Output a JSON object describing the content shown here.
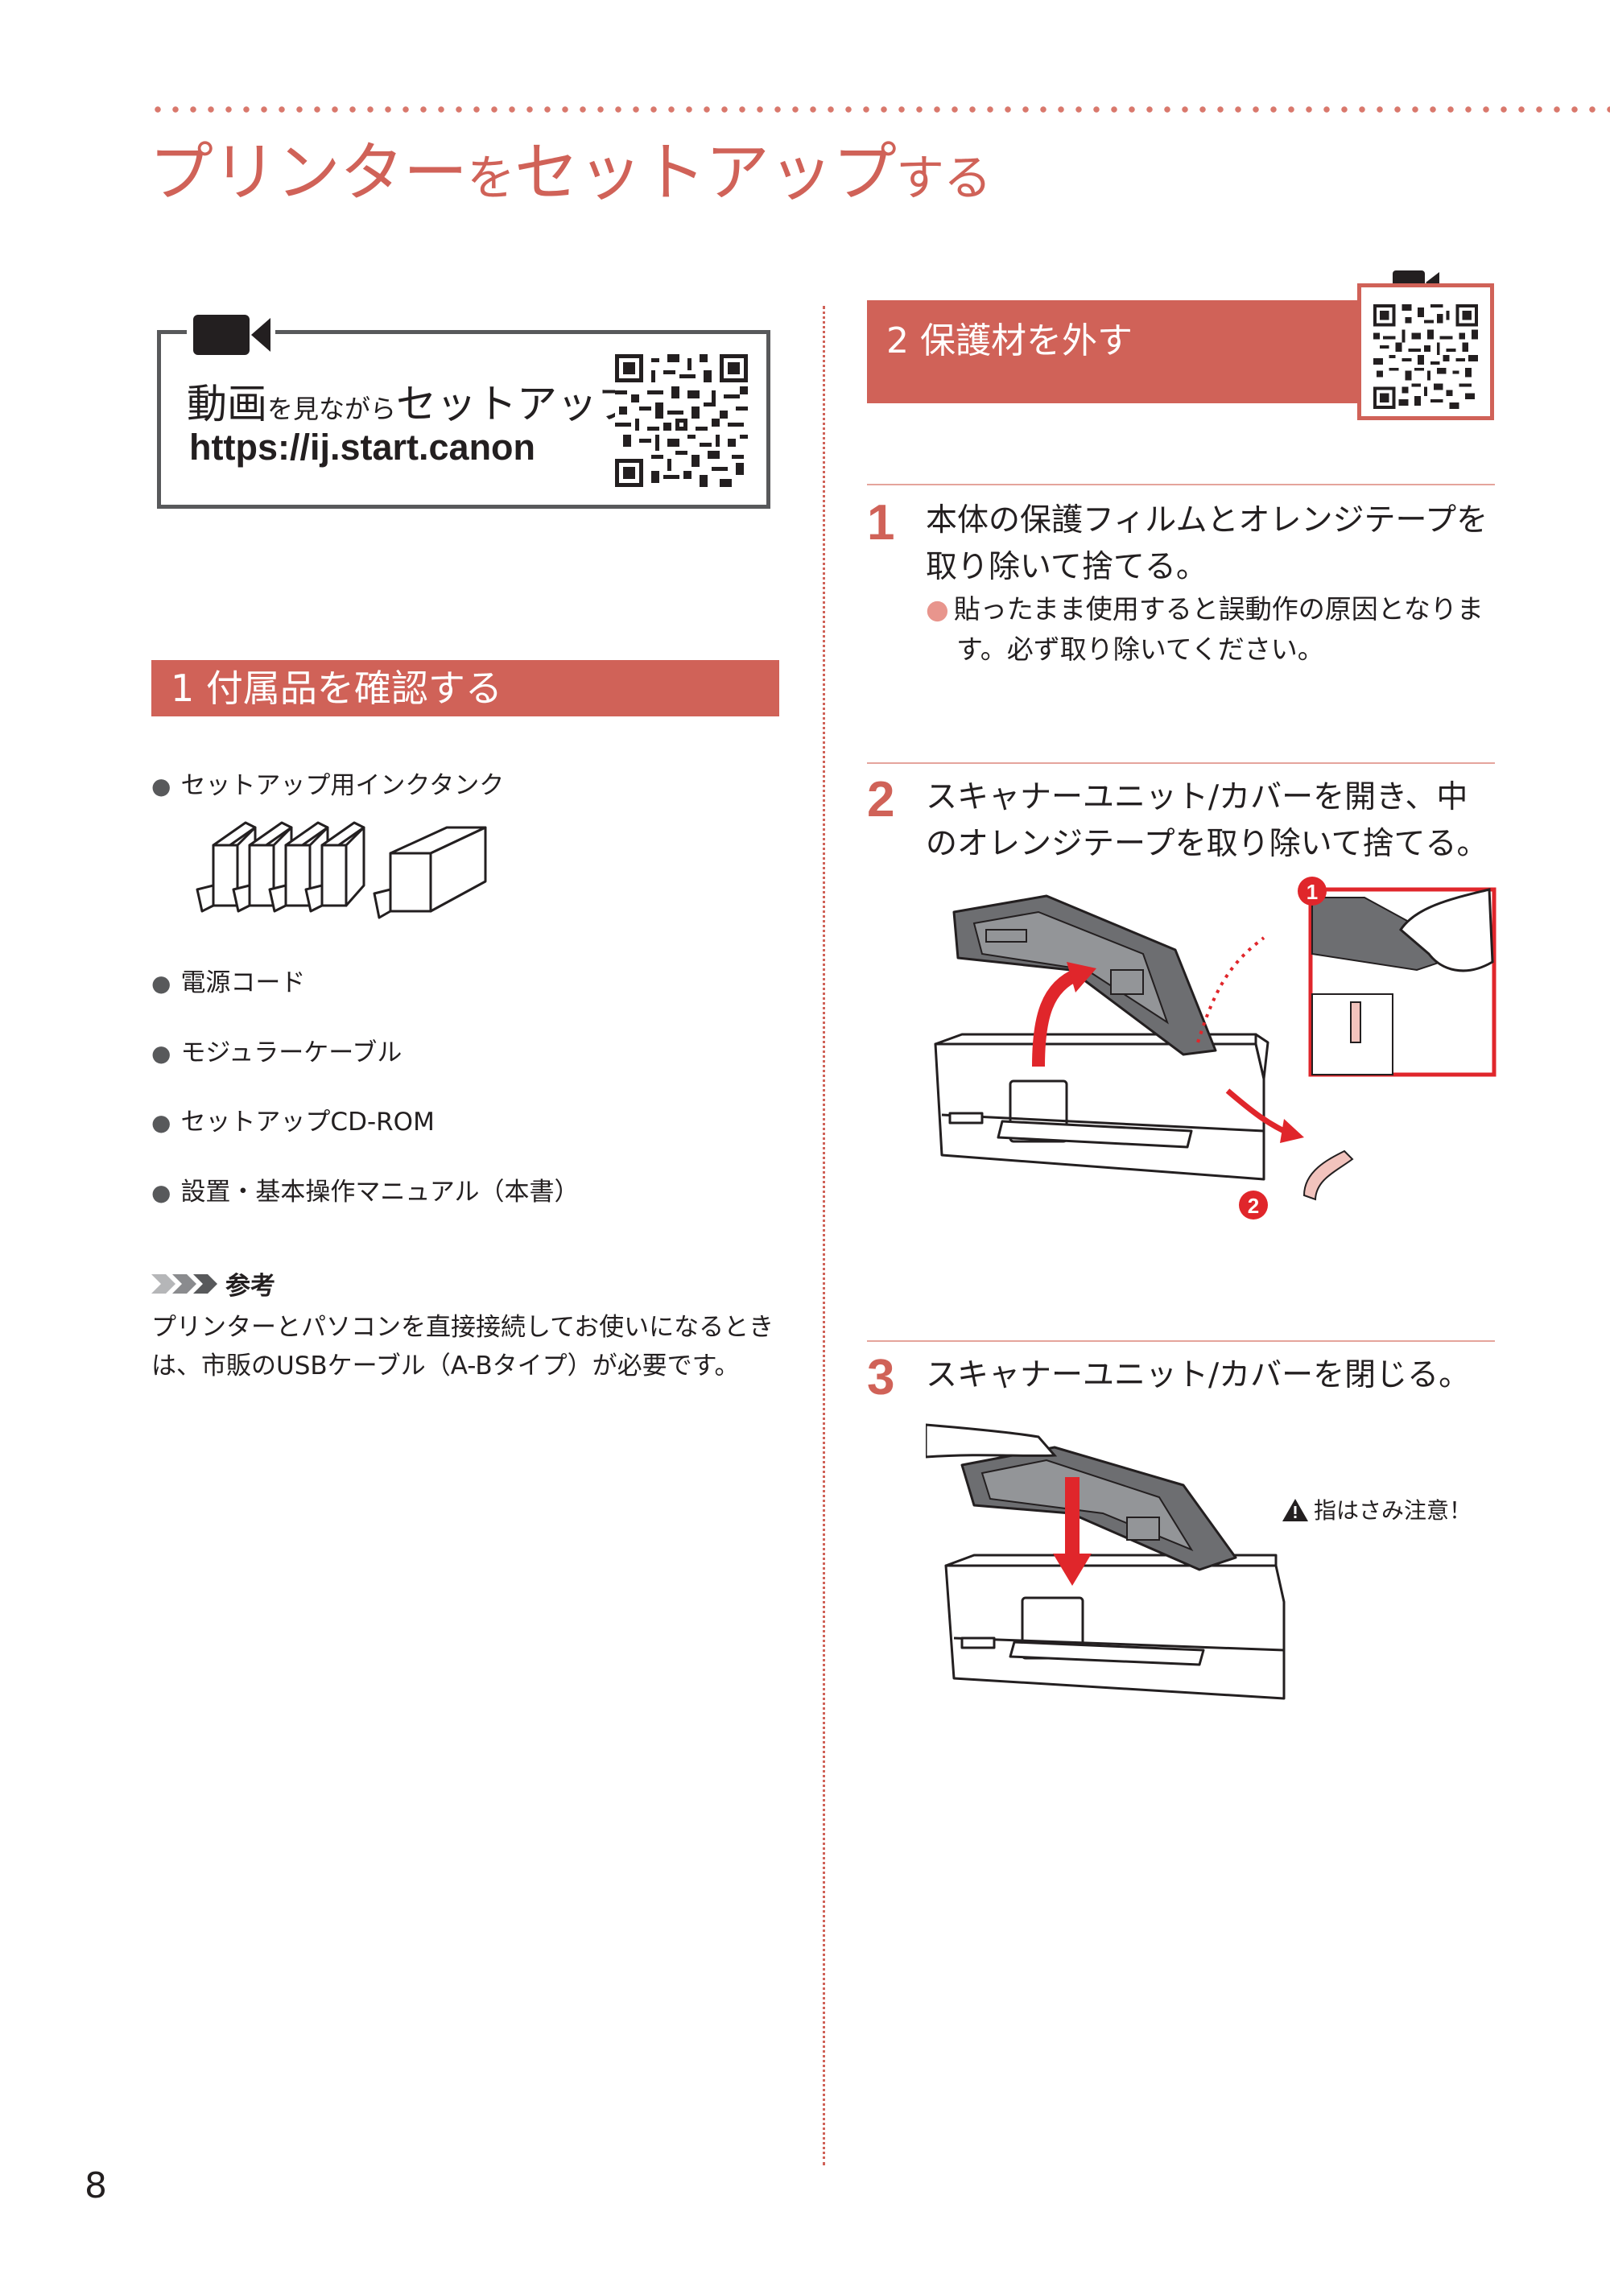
{
  "page": {
    "title_parts": [
      "プリンター",
      "を",
      "セットアップ",
      "する"
    ],
    "number": "8"
  },
  "video_box": {
    "text_big_1": "動画",
    "text_small": "を見ながら",
    "text_big_2": "セットアップ",
    "url": "https://ij.start.canon"
  },
  "section1": {
    "heading": "1 付属品を確認する",
    "items": [
      "セットアップ用インクタンク",
      "電源コード",
      "モジュラーケーブル",
      "セットアップCD-ROM",
      "設置・基本操作マニュアル（本書）"
    ],
    "note_title": "参考",
    "note_text": "プリンターとパソコンを直接接続してお使いになるときは、市販のUSBケーブル（A-Bタイプ）が必要です。"
  },
  "section2": {
    "heading": "2 保護材を外す",
    "steps": [
      {
        "number": "1",
        "text": "本体の保護フィルムとオレンジテープを取り除いて捨てる。",
        "note": "貼ったまま使用すると誤動作の原因となります。必ず取り除いてください。"
      },
      {
        "number": "2",
        "text": "スキャナーユニット/カバーを開き、中のオレンジテープを取り除いて捨てる。"
      },
      {
        "number": "3",
        "text": "スキャナーユニット/カバーを閉じる。",
        "warning": "指はさみ注意！"
      }
    ],
    "callouts": [
      "1",
      "2"
    ]
  },
  "colors": {
    "accent": "#d06258",
    "accent_light": "#e8958d",
    "text": "#231f20",
    "frame": "#58595b"
  }
}
